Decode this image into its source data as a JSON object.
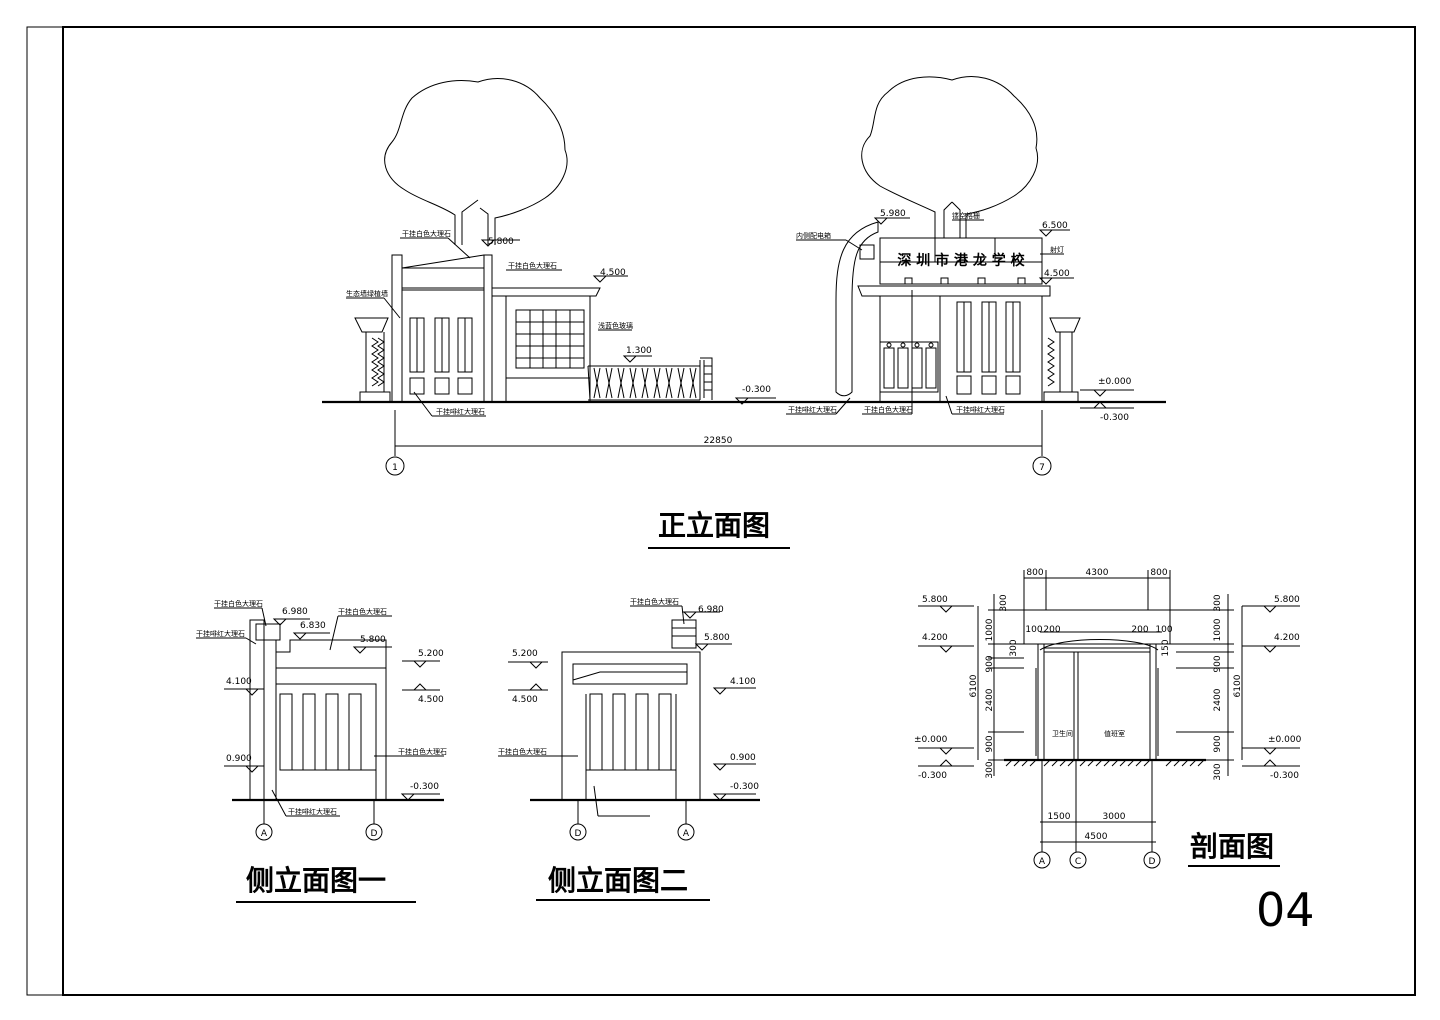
{
  "sheet_number": "04",
  "titles": {
    "front": "正立面图",
    "side1": "侧立面图一",
    "side2": "侧立面图二",
    "section": "剖面图"
  },
  "front": {
    "sign_text": "深 圳 市 港 龙 学 校",
    "overall_dim": "22850",
    "axis_left": "1",
    "axis_right": "7",
    "levels": {
      "l1": "5.800",
      "l2": "4.500",
      "l3": "1.300",
      "l4": "-0.300",
      "l5": "5.980",
      "l6": "6.500",
      "l7": "4.500",
      "l8": "±0.000",
      "l9": "-0.300"
    },
    "notes": {
      "n1": "干挂白色大理石",
      "n2": "干挂白色大理石",
      "n3": "生态墙绿植墙",
      "n4": "浅蓝色玻璃",
      "n5": "干挂啡红大理石",
      "n6": "内侧配电箱",
      "n7": "镂空格栅",
      "n8": "射灯",
      "n9": "干挂啡红大理石",
      "n10": "干挂白色大理石",
      "n11": "干挂啡红大理石"
    }
  },
  "side1": {
    "levels": {
      "a": "6.980",
      "b": "6.830",
      "c": "5.800",
      "d": "5.200",
      "e": "4.500",
      "f": "4.100",
      "g": "0.900",
      "h": "-0.300"
    },
    "notes": {
      "a": "干挂白色大理石",
      "b": "干挂啡红大理石",
      "c": "干挂白色大理石",
      "d": "干挂白色大理石",
      "e": "干挂啡红大理石"
    },
    "axis_a": "A",
    "axis_b": "D"
  },
  "side2": {
    "levels": {
      "a": "6.980",
      "b": "5.800",
      "c": "5.200",
      "d": "4.500",
      "e": "4.100",
      "f": "0.900",
      "g": "-0.300"
    },
    "notes": {
      "a": "干挂白色大理石",
      "b": "干挂白色大理石"
    },
    "axis_a": "D",
    "axis_b": "A"
  },
  "section": {
    "top_dims": [
      "800",
      "4300",
      "800"
    ],
    "inner_dims": [
      "100",
      "200",
      "200",
      "100"
    ],
    "left_levels": [
      "5.800",
      "4.200",
      "±0.000",
      "-0.300"
    ],
    "right_levels": [
      "5.800",
      "4.200",
      "±0.000",
      "-0.300"
    ],
    "left_vdims": [
      "300",
      "1000",
      "300",
      "900",
      "2400",
      "900",
      "300"
    ],
    "left_total": "6100",
    "right_vdims": [
      "300",
      "1000",
      "150",
      "900",
      "2400",
      "900",
      "300"
    ],
    "right_total": "6100",
    "rooms": [
      "卫生间",
      "值班室"
    ],
    "bottom_dims": [
      "1500",
      "3000"
    ],
    "bottom_total": "4500",
    "axes": [
      "A",
      "C",
      "D"
    ]
  }
}
